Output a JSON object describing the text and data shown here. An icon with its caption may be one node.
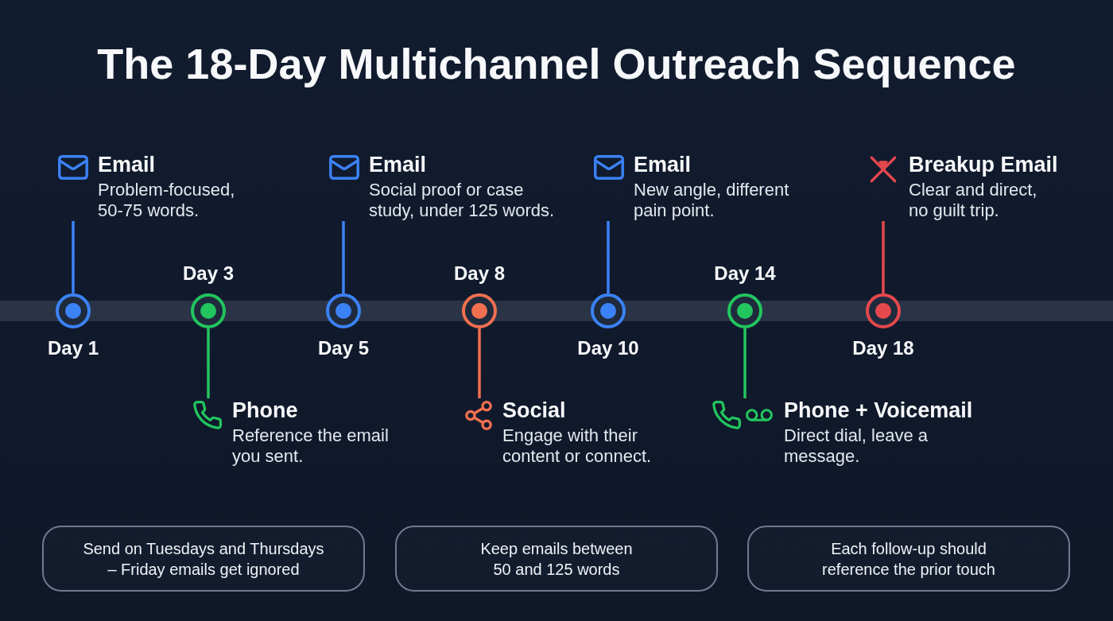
{
  "diagram": {
    "title": "The 18-Day Multichannel Outreach Sequence",
    "nodes": [
      {
        "text": [
          "Email",
          "Problem-focused, 50-75 words."
        ]
      },
      {
        "text": [],
        "shape": "circle",
        "beside": [
          "Day 1"
        ]
      },
      {
        "text": [],
        "shape": "circle",
        "beside": [
          "Day 3"
        ]
      },
      {
        "text": [
          "Phone",
          "Reference the email you sent."
        ]
      },
      {
        "text": [
          "Email",
          "Social proof or case study, under 125 words."
        ]
      },
      {
        "text": [],
        "shape": "circle",
        "beside": [
          "Day 5"
        ]
      },
      {
        "text": [],
        "shape": "circle",
        "beside": [
          "Day 8"
        ]
      },
      {
        "text": [
          "Social",
          "Engage with their content or connect."
        ]
      },
      {
        "text": [
          "Email",
          "New angle, different pain point."
        ]
      },
      {
        "text": [],
        "shape": "circle",
        "beside": [
          "Day 10"
        ]
      },
      {
        "text": [],
        "shape": "circle",
        "beside": [
          "Day 14"
        ]
      },
      {
        "text": [
          "Phone + Voicemail",
          "Direct dial, leave a message."
        ]
      },
      {
        "text": [
          "Breakup Email",
          "Clear and direct, no guilt trip."
        ]
      },
      {
        "text": [],
        "shape": "circle",
        "beside": [
          "Day 18"
        ]
      },
      {
        "text": [
          "Send on Tuesdays and Thursdays – Friday emails get ignored"
        ]
      },
      {
        "text": [
          "Keep emails between 50 and 125 words"
        ]
      },
      {
        "text": [
          "Each follow-up should reference the prior touch"
        ]
      }
    ],
    "edges": [
      {
        "from": 1,
        "to": 0,
        "arrow": "none"
      },
      {
        "from": 2,
        "to": 3,
        "arrow": "none",
        "color": "#22c55e"
      },
      {
        "from": 5,
        "to": 4,
        "arrow": "none"
      },
      {
        "from": 6,
        "to": 7,
        "arrow": "none",
        "color": "#f07050"
      },
      {
        "from": 9,
        "to": 8,
        "arrow": "none"
      },
      {
        "from": 10,
        "to": 11,
        "arrow": "none",
        "color": "#22c55e"
      },
      {
        "from": 13,
        "to": 12,
        "arrow": "none",
        "color": "#e5484d"
      }
    ]
  }
}
